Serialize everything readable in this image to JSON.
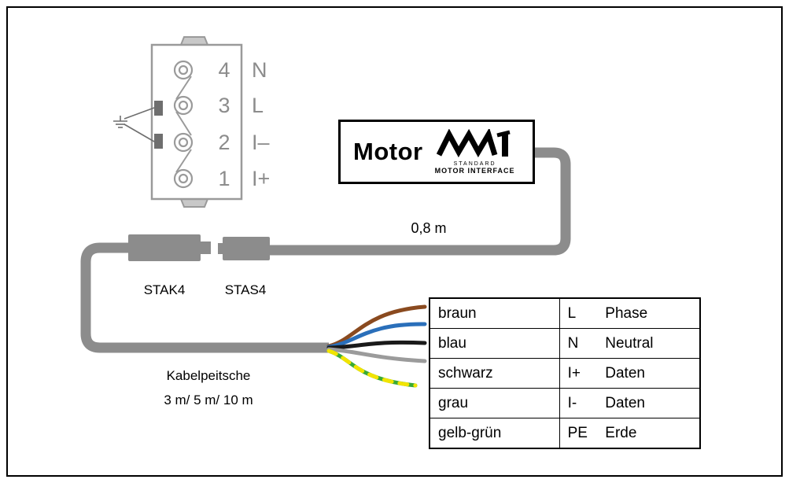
{
  "colors": {
    "cable": "#8c8c8c",
    "connector_stroke": "#9a9a9a",
    "contact_fill": "#6e6e6e",
    "wire_brown": "#8a4a1f",
    "wire_blue": "#2a6fba",
    "wire_black": "#1a1a1a",
    "wire_gray": "#9b9b9b",
    "wire_green": "#3aaa35",
    "wire_yellow": "#f2e400"
  },
  "connector": {
    "pins": [
      {
        "number": "4",
        "signal": "N"
      },
      {
        "number": "3",
        "signal": "L"
      },
      {
        "number": "2",
        "signal": "I–"
      },
      {
        "number": "1",
        "signal": "I+"
      }
    ]
  },
  "motor": {
    "label": "Motor",
    "logo_caption1": "STANDARD",
    "logo_caption2": "MOTOR INTERFACE"
  },
  "labels": {
    "cable_length": "0,8 m",
    "plug_left": "STAK4",
    "plug_right": "STAS4",
    "whip_line1": "Kabelpeitsche",
    "whip_line2": "3 m/ 5 m/ 10 m"
  },
  "table": {
    "rows": [
      {
        "color": "braun",
        "code": "L",
        "meaning": "Phase"
      },
      {
        "color": "blau",
        "code": "N",
        "meaning": "Neutral"
      },
      {
        "color": "schwarz",
        "code": "I+",
        "meaning": "Daten"
      },
      {
        "color": "grau",
        "code": "I-",
        "meaning": "Daten"
      },
      {
        "color": "gelb-grün",
        "code": "PE",
        "meaning": "Erde"
      }
    ]
  }
}
